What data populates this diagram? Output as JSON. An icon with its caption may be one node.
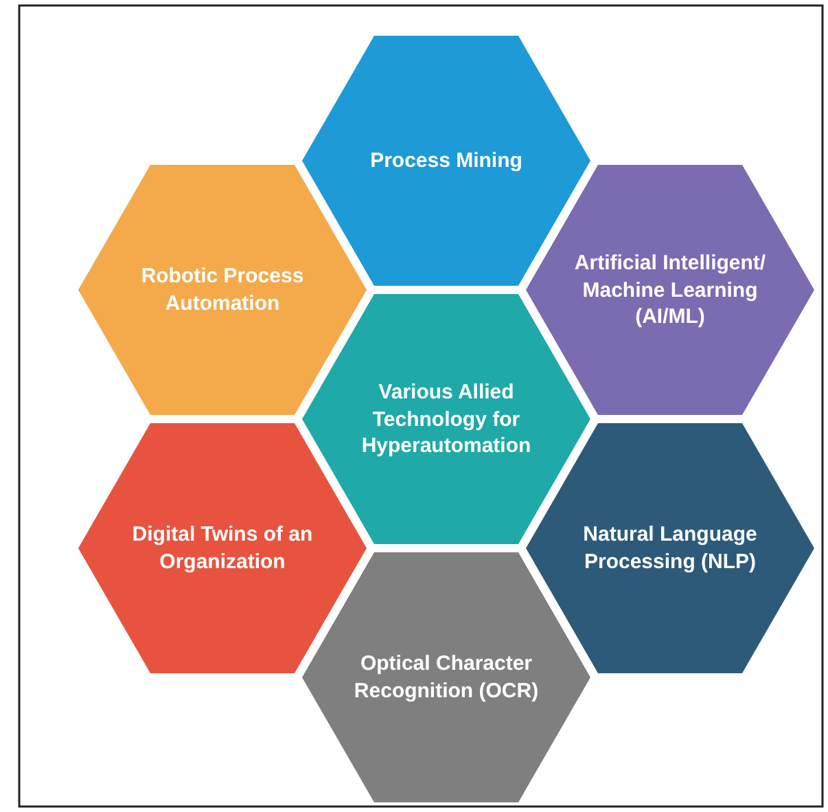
{
  "diagram": {
    "nodes": [
      {
        "text": [
          "Process Mining"
        ]
      },
      {
        "text": [
          "Robotic Process Automation"
        ]
      },
      {
        "text": [
          "Artificial Intelligent/ Machine Learning (AI/ML)"
        ]
      },
      {
        "text": [
          "Various Allied Technology for Hyperautomation"
        ]
      },
      {
        "text": [
          "Digital Twins of an Organization"
        ]
      },
      {
        "text": [
          "Natural Language Processing (NLP)"
        ]
      },
      {
        "text": [
          "Optical Character Recognition (OCR)"
        ]
      }
    ]
  }
}
